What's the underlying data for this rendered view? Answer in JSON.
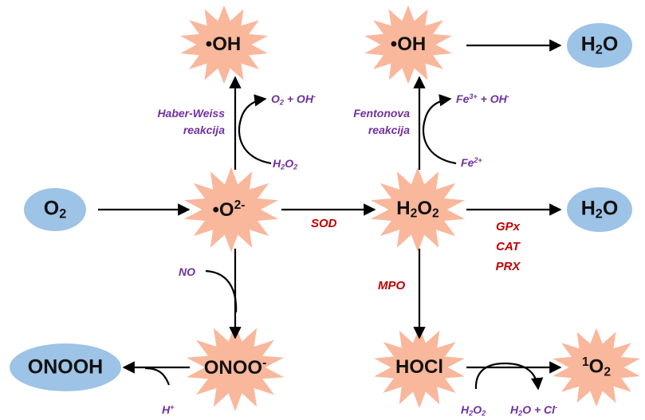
{
  "nodes": {
    "oh_left": "•OH",
    "oh_right": "•OH",
    "h2o_top": "H2O",
    "o2": "O2",
    "superoxide": "•O2-",
    "h2o2": "H2O2",
    "h2o_mid": "H2O",
    "onooh": "ONOOH",
    "onoo": "ONOO-",
    "hocl": "HOCl",
    "singlet_o2": "1O2"
  },
  "reactions": {
    "haber_weiss_1": "Haber-Weiss",
    "haber_weiss_2": "reakcija",
    "fenton_1": "Fentonova",
    "fenton_2": "reakcija"
  },
  "labels": {
    "o2_oh": "O2 + OH-",
    "h2o2_left": "H2O2",
    "fe3_oh": "Fe3+ + OH-",
    "fe2": "Fe2+",
    "no": "NO",
    "h_plus": "H+",
    "h2o2_bottom": "H2O2",
    "h2o_cl": "H2O + Cl-"
  },
  "enzymes": {
    "sod": "SOD",
    "gpx": "GPx",
    "cat": "CAT",
    "prx": "PRX",
    "mpo": "MPO"
  },
  "colors": {
    "star_fill": "#f9b79c",
    "ellipse_fill": "#9dc3e6",
    "arrow": "#000000",
    "reaction_text": "#7030a0",
    "enzyme_text": "#c00000"
  }
}
